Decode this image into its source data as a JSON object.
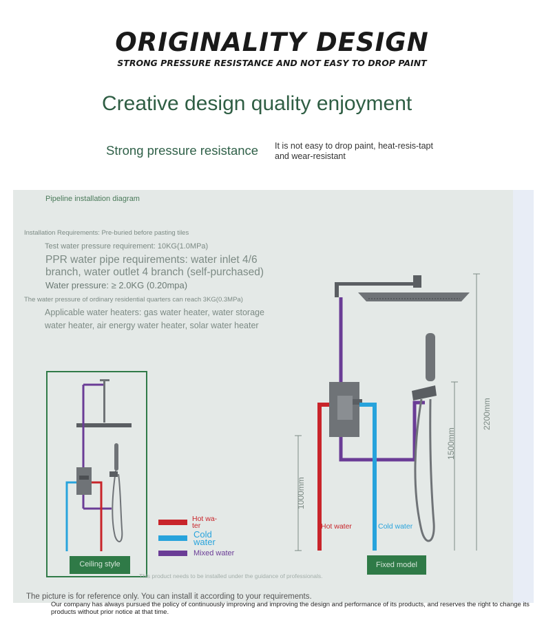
{
  "header": {
    "title": "ORIGINALITY DESIGN",
    "subtitle": "STRONG PRESSURE RESISTANCE AND NOT EASY TO DROP PAINT"
  },
  "intro": {
    "headline": "Creative design quality enjoyment",
    "feature_title": "Strong pressure resistance",
    "feature_desc": "It is not easy to drop paint, heat-resis-tapt and wear-resistant"
  },
  "diagram": {
    "title": "Pipeline installation diagram",
    "install_req": "Installation Requirements: Pre-buried before pasting tiles",
    "test_pressure": "Test water pressure requirement: 10KG(1.0MPa)",
    "ppr_line1": "PPR water pipe requirements: water inlet 4/6",
    "ppr_line2": "branch, water outlet 4 branch (self-purchased)",
    "water_pressure": "Water pressure: ≥ 2.0KG (0.20mpa)",
    "residential_note": "The water pressure of ordinary residential quarters can reach 3KG(0.3MPa)",
    "heaters_line1": "Applicable water heaters: gas water heater, water storage",
    "heaters_line2": "water heater, air energy water heater, solar water heater",
    "legend": {
      "hot_line1": "Hot wa-",
      "hot_line2": "ter",
      "cold_line1": "Cold",
      "cold_line2": "water",
      "mixed": "Mixed water"
    },
    "ceiling_label": "Ceiling style",
    "fixed_label": "Fixed model",
    "hot_water_label": "Hot water",
    "cold_water_label": "Cold water",
    "dim_1000": "1000mm",
    "dim_1500": "1500mm",
    "dim_2200": "2200mm",
    "professional_note": "This product needs to be installed under the guidance of professionals.",
    "colors": {
      "hot": "#c8242a",
      "cold": "#27a3dc",
      "mixed": "#6a3c96",
      "accent": "#2f7a47"
    }
  },
  "footer": {
    "reference": "The picture is for reference only. You can install it according to your requirements.",
    "company": "Our company has always pursued the policy of continuously improving and improving the design and performance of its products, and reserves the right to change its products without prior notice at that time."
  }
}
